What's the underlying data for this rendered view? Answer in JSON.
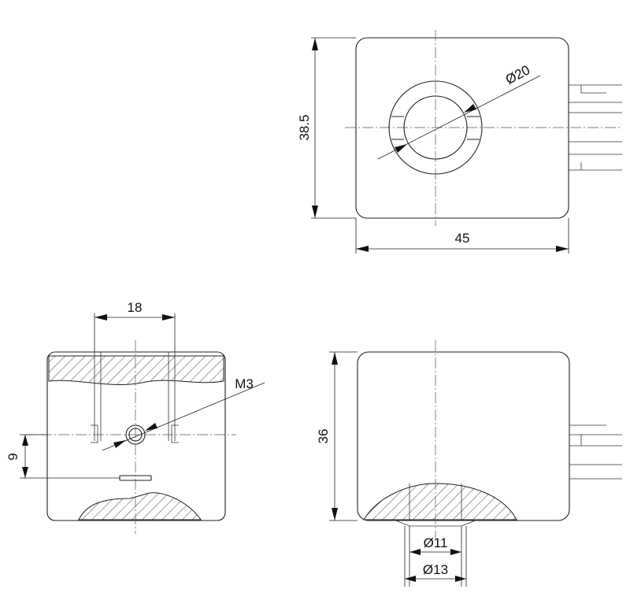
{
  "dimensions": {
    "top_height": "38.5",
    "top_width": "45",
    "top_bore_diameter": "Ø20",
    "left_span": "18",
    "left_thread": "M3",
    "left_offset": "9",
    "right_height": "36",
    "right_inner_diameter": "Ø11",
    "right_outer_diameter": "Ø13"
  }
}
